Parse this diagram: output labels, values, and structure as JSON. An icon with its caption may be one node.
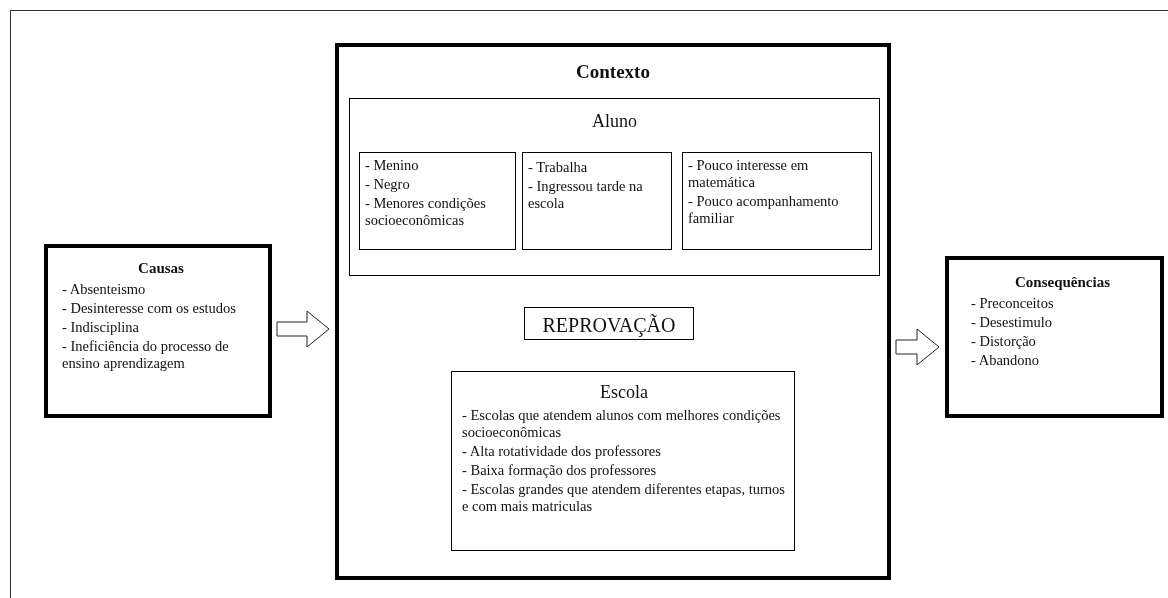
{
  "diagram": {
    "nodes": [
      {
        "text": [
          "Causas",
          "- Absenteismo",
          "- Desinteresse com os estudos",
          "- Indisciplina",
          "- Ineficiência do processo de ensino aprendizagem"
        ]
      },
      {
        "text": [
          "Contexto"
        ]
      },
      {
        "text": [
          "Aluno"
        ],
        "in": 1
      },
      {
        "text": [
          "- Menino",
          "- Negro",
          "- Menores condições socioeconômicas"
        ],
        "in": 2
      },
      {
        "text": [
          "- Trabalha",
          "- Ingressou tarde na escola"
        ],
        "in": 2
      },
      {
        "text": [
          "- Pouco interesse em matemática",
          "- Pouco acompanhamento familiar"
        ],
        "in": 2
      },
      {
        "text": [
          "REPROVAÇÃO"
        ],
        "in": 1
      },
      {
        "text": [
          "Escola",
          "- Escolas que atendem alunos com melhores condições socioeconômicas",
          "- Alta rotatividade dos professores",
          "- Baixa formação dos professores",
          "- Escolas grandes que atendem diferentes etapas, turnos e com mais matriculas"
        ],
        "in": 1
      },
      {
        "text": [
          "Consequências",
          "- Preconceitos",
          "- Desestimulo",
          "- Distorção",
          "- Abandono"
        ]
      }
    ],
    "edges": [
      {
        "from": 0,
        "to": 1,
        "arrow": "to"
      },
      {
        "from": 1,
        "to": 8,
        "arrow": "to"
      }
    ]
  }
}
